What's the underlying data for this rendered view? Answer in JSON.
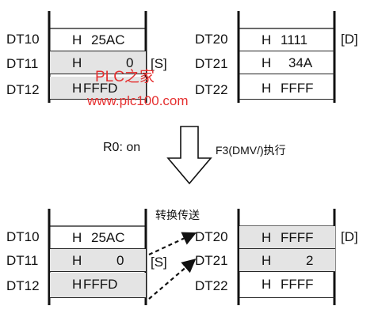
{
  "top": {
    "src": {
      "labels": [
        "DT10",
        "DT11",
        "DT12"
      ],
      "rows": [
        {
          "h": "H",
          "v": "25AC"
        },
        {
          "h": "H",
          "v": "0"
        },
        {
          "h": "H",
          "v": "FFFD"
        }
      ],
      "tag": "[S]"
    },
    "dst": {
      "labels": [
        "DT20",
        "DT21",
        "DT22"
      ],
      "rows": [
        {
          "h": "H",
          "v": "1111"
        },
        {
          "h": "H",
          "v": "34A"
        },
        {
          "h": "H",
          "v": "FFFF"
        }
      ],
      "tag": "[D]"
    }
  },
  "watermark": {
    "line1": "PLC之家",
    "line2": "www.plc100.com"
  },
  "middle": {
    "condition": "R0: on",
    "instruction": "F3(DMV/)执行"
  },
  "bottom": {
    "transfer_label": "转换传送",
    "src": {
      "labels": [
        "DT10",
        "DT11",
        "DT12"
      ],
      "rows": [
        {
          "h": "H",
          "v": "25AC"
        },
        {
          "h": "H",
          "v": "0"
        },
        {
          "h": "H",
          "v": "FFFD"
        }
      ],
      "tag": "[S]"
    },
    "dst": {
      "labels": [
        "DT20",
        "DT21",
        "DT22"
      ],
      "rows": [
        {
          "h": "H",
          "v": "FFFF"
        },
        {
          "h": "H",
          "v": "2"
        },
        {
          "h": "H",
          "v": "FFFF"
        }
      ],
      "tag": "[D]"
    }
  }
}
